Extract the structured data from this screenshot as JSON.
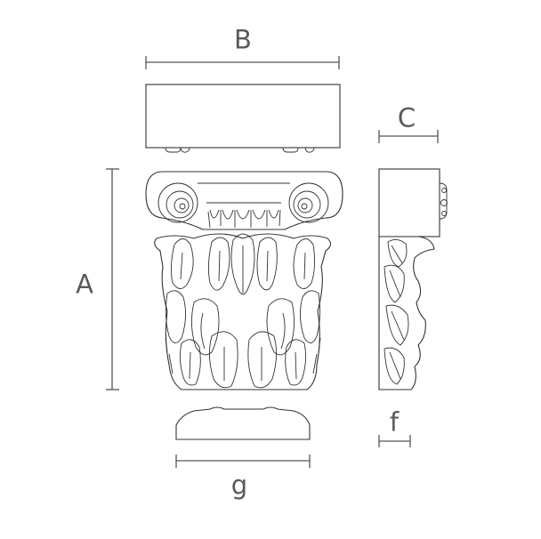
{
  "dimensions": {
    "B": "B",
    "C": "C",
    "A": "A",
    "f": "f",
    "g": "g"
  },
  "colors": {
    "line": "#555555",
    "outline": "#333333",
    "label": "#5a5a5a",
    "background": "#ffffff"
  }
}
